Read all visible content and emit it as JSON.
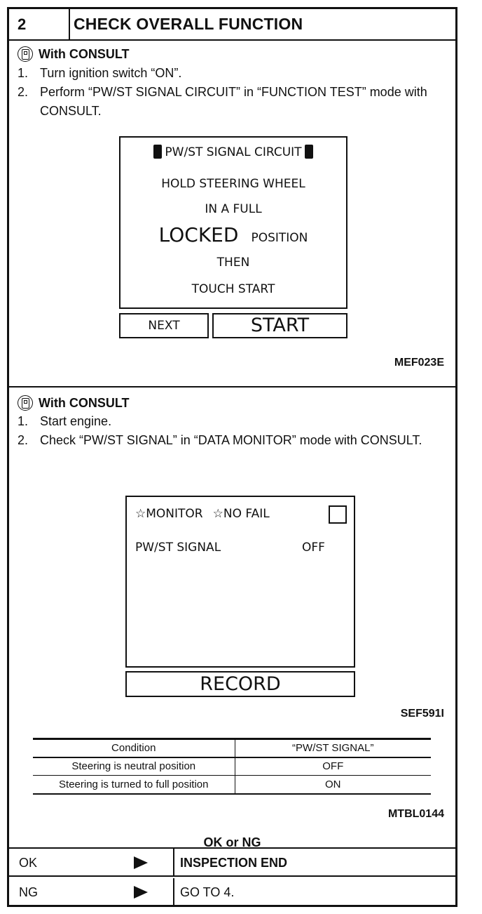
{
  "header": {
    "number": "2",
    "title": "CHECK OVERALL FUNCTION"
  },
  "section1": {
    "consult_label": "With CONSULT",
    "steps": [
      {
        "n": "1.",
        "text": "Turn ignition switch “ON”."
      },
      {
        "n": "2.",
        "text": "Perform “PW/ST SIGNAL CIRCUIT” in “FUNCTION TEST” mode with CONSULT."
      }
    ],
    "screen": {
      "title": "PW/ST SIGNAL CIRCUIT",
      "line1": "HOLD STEERING WHEEL",
      "line2": "IN A FULL",
      "line3_big": "LOCKED",
      "line3_small": "POSITION",
      "line4": "THEN",
      "line5": "TOUCH START",
      "next_label": "NEXT",
      "start_label": "START"
    },
    "figure_code": "MEF023E"
  },
  "section2": {
    "consult_label": "With CONSULT",
    "steps": [
      {
        "n": "1.",
        "text": "Start engine."
      },
      {
        "n": "2.",
        "text": "Check “PW/ST SIGNAL” in “DATA MONITOR” mode with CONSULT."
      }
    ],
    "screen": {
      "monitor_label": "☆MONITOR",
      "nofail_label": "☆NO FAIL",
      "item_label": "PW/ST SIGNAL",
      "item_value": "OFF",
      "record_label": "RECORD"
    },
    "figure_code": "SEF591I",
    "table": {
      "headers": [
        "Condition",
        "“PW/ST SIGNAL”"
      ],
      "rows": [
        [
          "Steering is neutral position",
          "OFF"
        ],
        [
          "Steering is turned to full position",
          "ON"
        ]
      ]
    },
    "table_code": "MTBL0144",
    "okng": "OK or NG"
  },
  "results": [
    {
      "label": "OK",
      "action": "INSPECTION END"
    },
    {
      "label": "NG",
      "action": "GO TO 4."
    }
  ]
}
